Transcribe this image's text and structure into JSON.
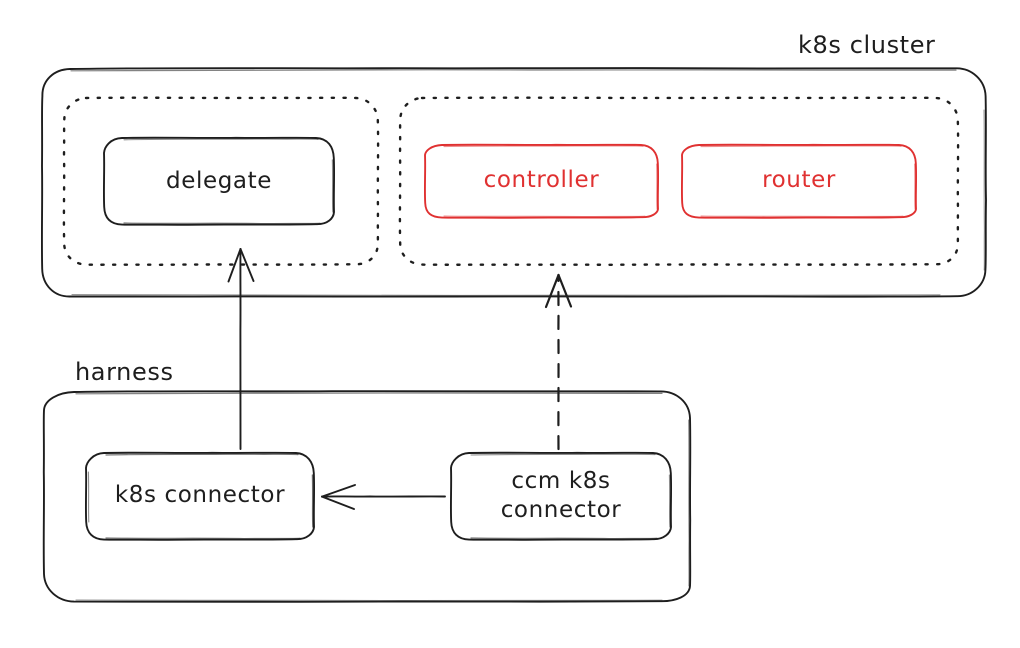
{
  "diagram": {
    "type": "architecture-diagram",
    "style": "hand-drawn-sketch",
    "background": "#ffffff",
    "colors": {
      "stroke": "#1e1e1e",
      "accent_red": "#e03131",
      "text": "#1e1e1e"
    },
    "labels": {
      "k8s_cluster": "k8s cluster",
      "harness": "harness"
    },
    "clusters": [
      {
        "id": "k8s-cluster",
        "title": "k8s cluster",
        "title_position": "outside-top-right",
        "border": "solid",
        "groups": [
          {
            "id": "delegate-group",
            "border": "dotted",
            "nodes": [
              {
                "id": "delegate",
                "label": "delegate",
                "color": "#1e1e1e"
              }
            ]
          },
          {
            "id": "controller-router-group",
            "border": "dotted",
            "nodes": [
              {
                "id": "controller",
                "label": "controller",
                "color": "#e03131"
              },
              {
                "id": "router",
                "label": "router",
                "color": "#e03131"
              }
            ]
          }
        ]
      },
      {
        "id": "harness",
        "title": "harness",
        "title_position": "outside-top-left",
        "border": "solid",
        "groups": [
          {
            "id": "harness-nodes",
            "border": "none",
            "nodes": [
              {
                "id": "k8s-connector",
                "label": "k8s connector",
                "color": "#1e1e1e"
              },
              {
                "id": "ccm-k8s-connector",
                "label_line1": "ccm k8s",
                "label_line2": "connector",
                "color": "#1e1e1e"
              }
            ]
          }
        ]
      }
    ],
    "edges": [
      {
        "id": "edge-k8s-connector-to-delegate",
        "from": "k8s-connector",
        "to": "delegate-group",
        "style": "solid",
        "arrowhead": "end",
        "direction": "up"
      },
      {
        "id": "edge-ccm-to-controller-group",
        "from": "ccm-k8s-connector",
        "to": "controller-router-group",
        "style": "dashed",
        "arrowhead": "end",
        "direction": "up"
      },
      {
        "id": "edge-ccm-to-k8s-connector",
        "from": "ccm-k8s-connector",
        "to": "k8s-connector",
        "style": "solid",
        "arrowhead": "end",
        "direction": "left"
      }
    ]
  }
}
